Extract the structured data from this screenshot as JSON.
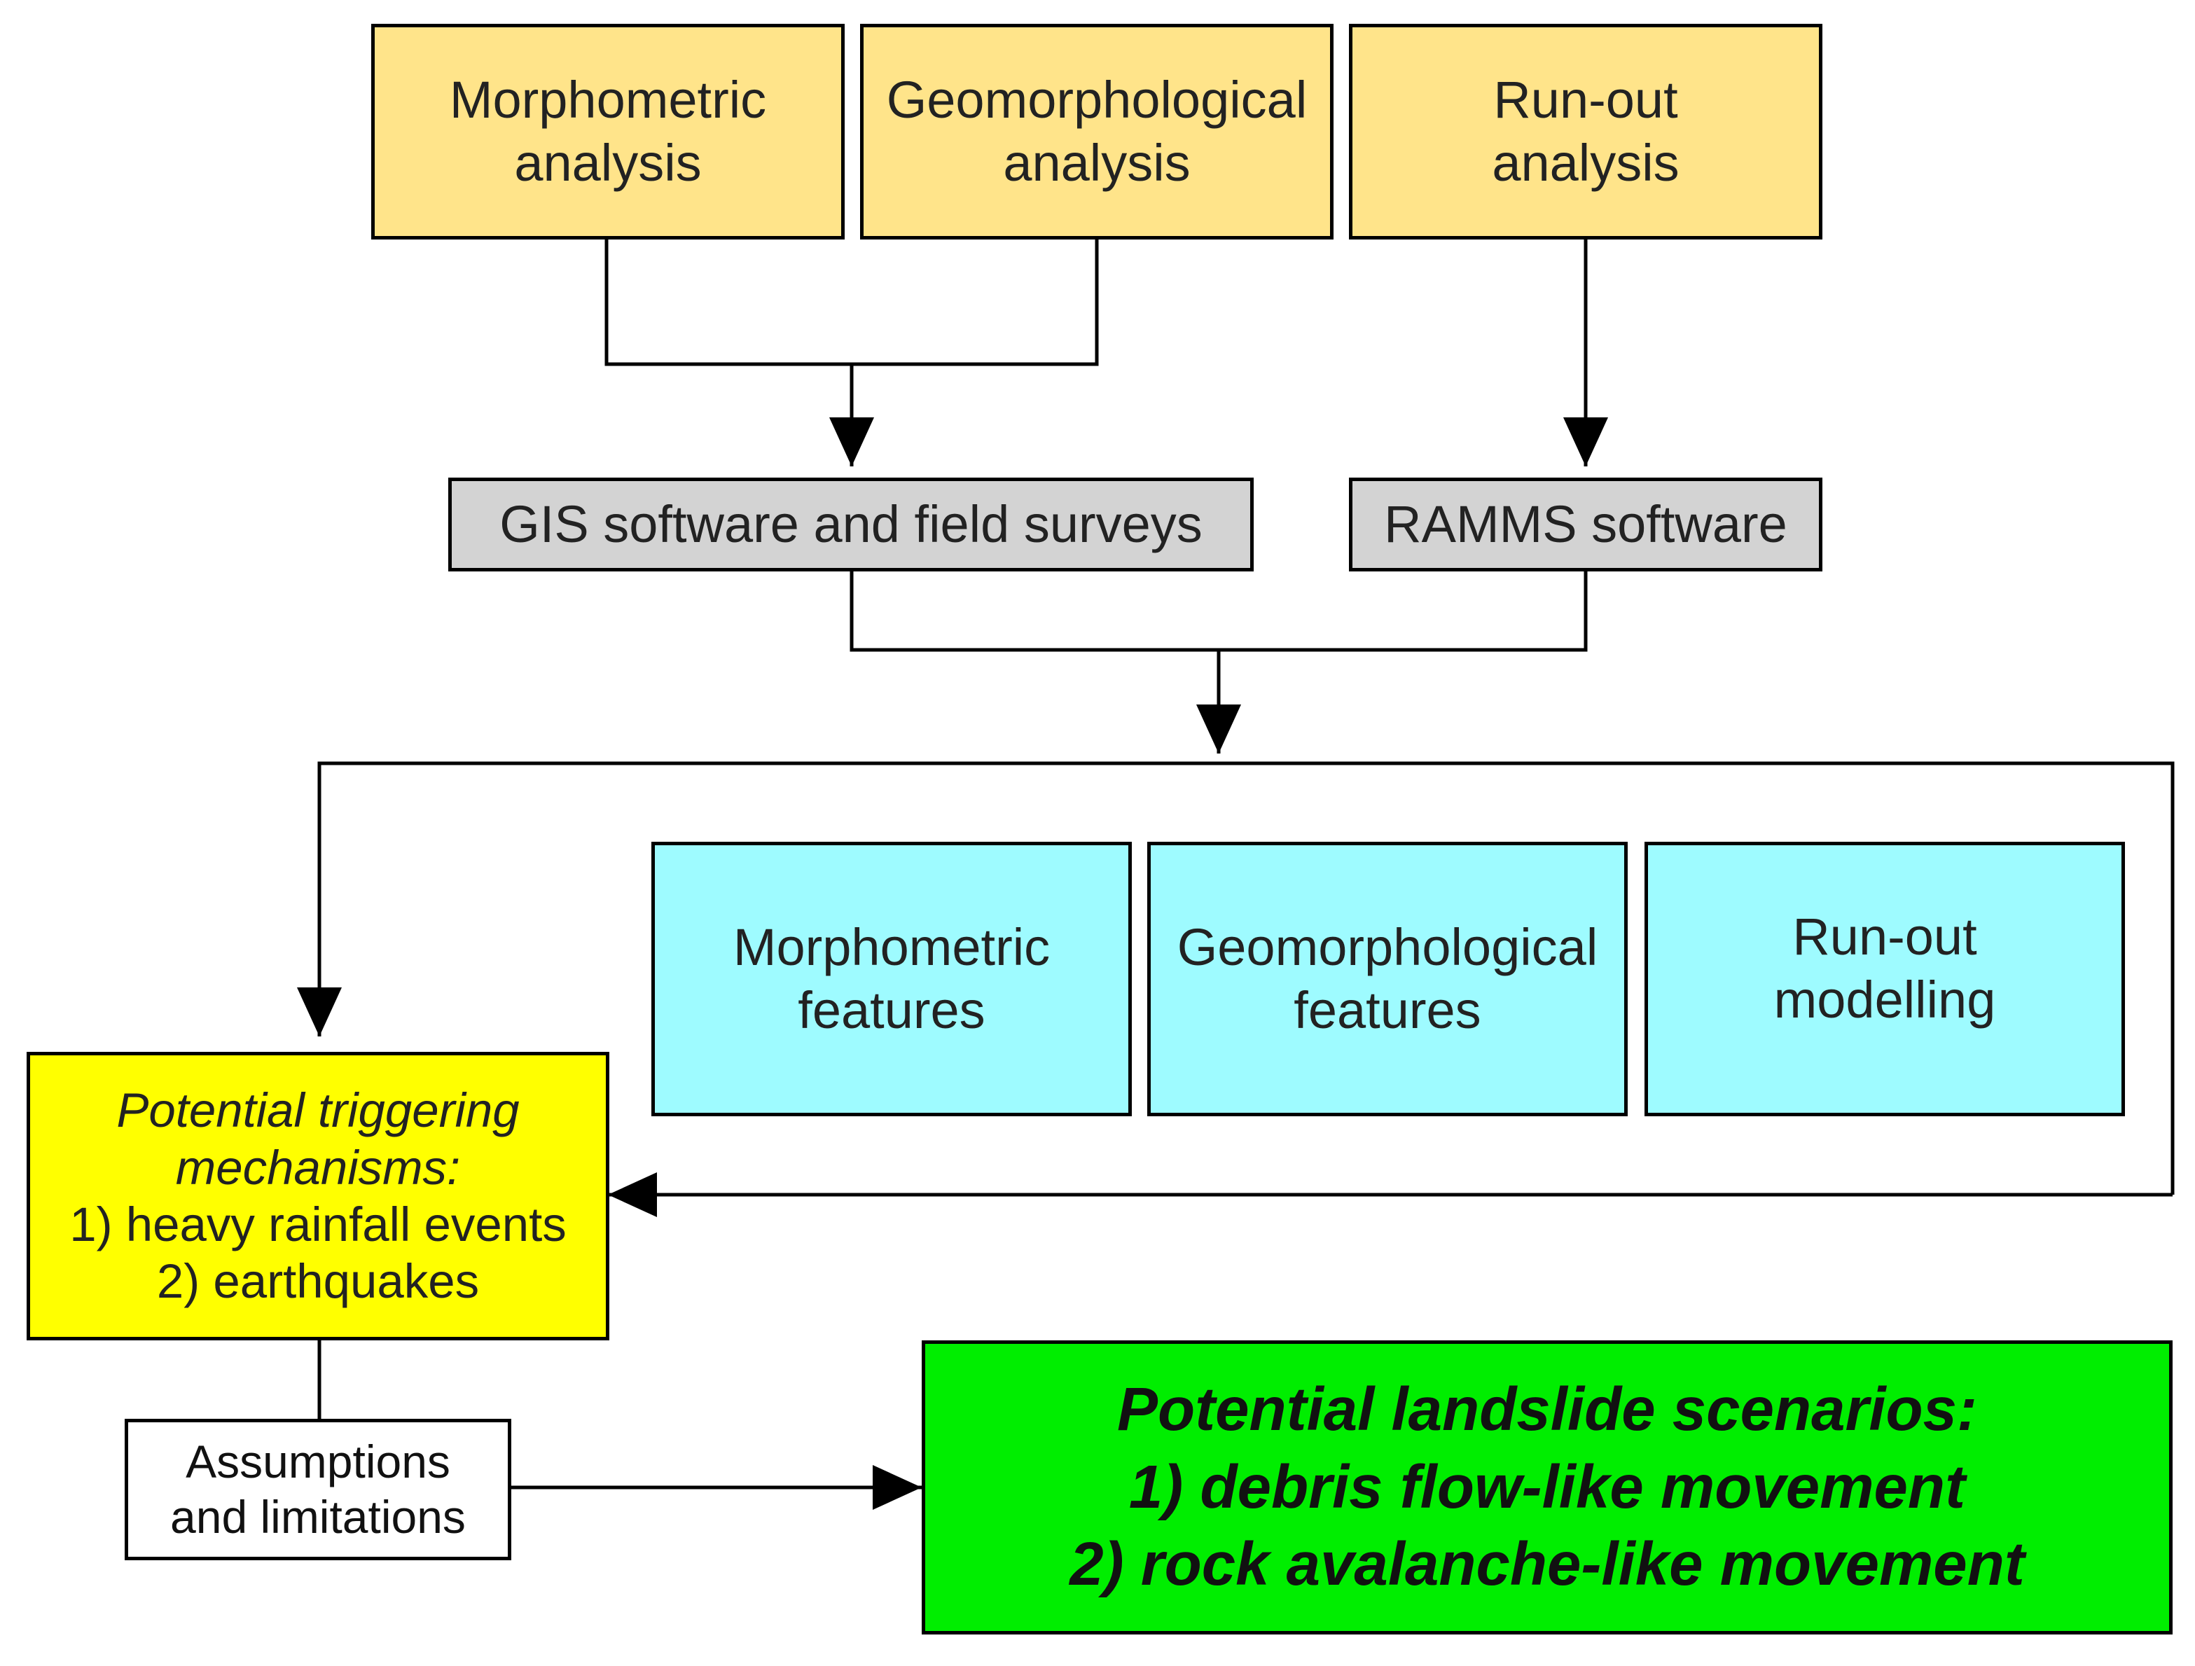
{
  "analysis": {
    "morphometric": [
      "Morphometric",
      "analysis"
    ],
    "geomorphological": [
      "Geomorphological",
      "analysis"
    ],
    "runout": [
      "Run-out",
      "analysis"
    ]
  },
  "tools": {
    "gis": "GIS software and field surveys",
    "ramms": "RAMMS software"
  },
  "features": {
    "morphometric": [
      "Morphometric",
      "features"
    ],
    "geomorphological": [
      "Geomorphological",
      "features"
    ],
    "runout": [
      "Run-out",
      "modelling"
    ]
  },
  "triggers": {
    "heading": [
      "Potential triggering",
      "mechanisms:"
    ],
    "items": [
      "1) heavy rainfall events",
      "2) earthquakes"
    ]
  },
  "assumptions": [
    "Assumptions",
    "and limitations"
  ],
  "scenarios": {
    "heading": "Potential landslide scenarios:",
    "items": [
      "1) debris flow-like movement",
      "2) rock avalanche-like movement"
    ]
  },
  "colors": {
    "analysis": "#FFE48A",
    "tool": "#D3D3D3",
    "feature": "#9EFBFF",
    "trigger": "#FFFF00",
    "scenario": "#00EE00",
    "line": "#000000"
  }
}
